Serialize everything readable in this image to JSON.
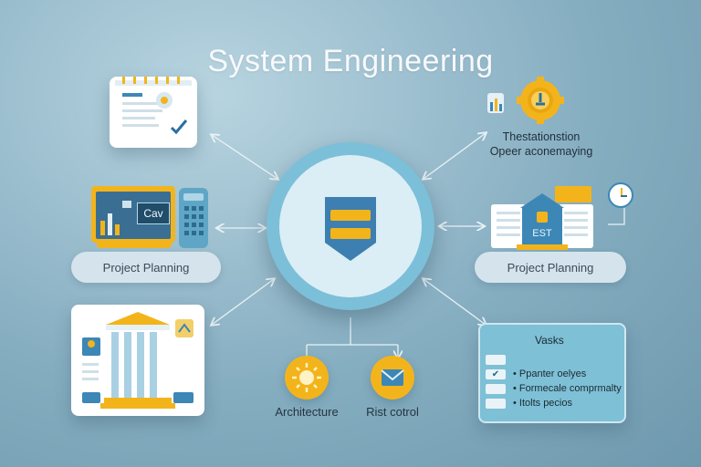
{
  "title": "System Engineering",
  "left_pill_label": "Project Planning",
  "right_pill_label": "Project Planning",
  "right_top_text": [
    "Thestationstion",
    "Opeer aconemaying"
  ],
  "bottom_labels": {
    "architecture": "Architecture",
    "risk": "Rist cotrol"
  },
  "tasks": {
    "title": "Vasks",
    "items": [
      "• Ppanter oelyes",
      "• Formecale comprmalty",
      "• Itolts pecios"
    ]
  },
  "monitor_text": "Cav",
  "bank_sign": "EST",
  "colors": {
    "accent_yellow": "#f3b41b",
    "accent_blue": "#3c87b6",
    "panel_teal": "#7ec0d6"
  }
}
